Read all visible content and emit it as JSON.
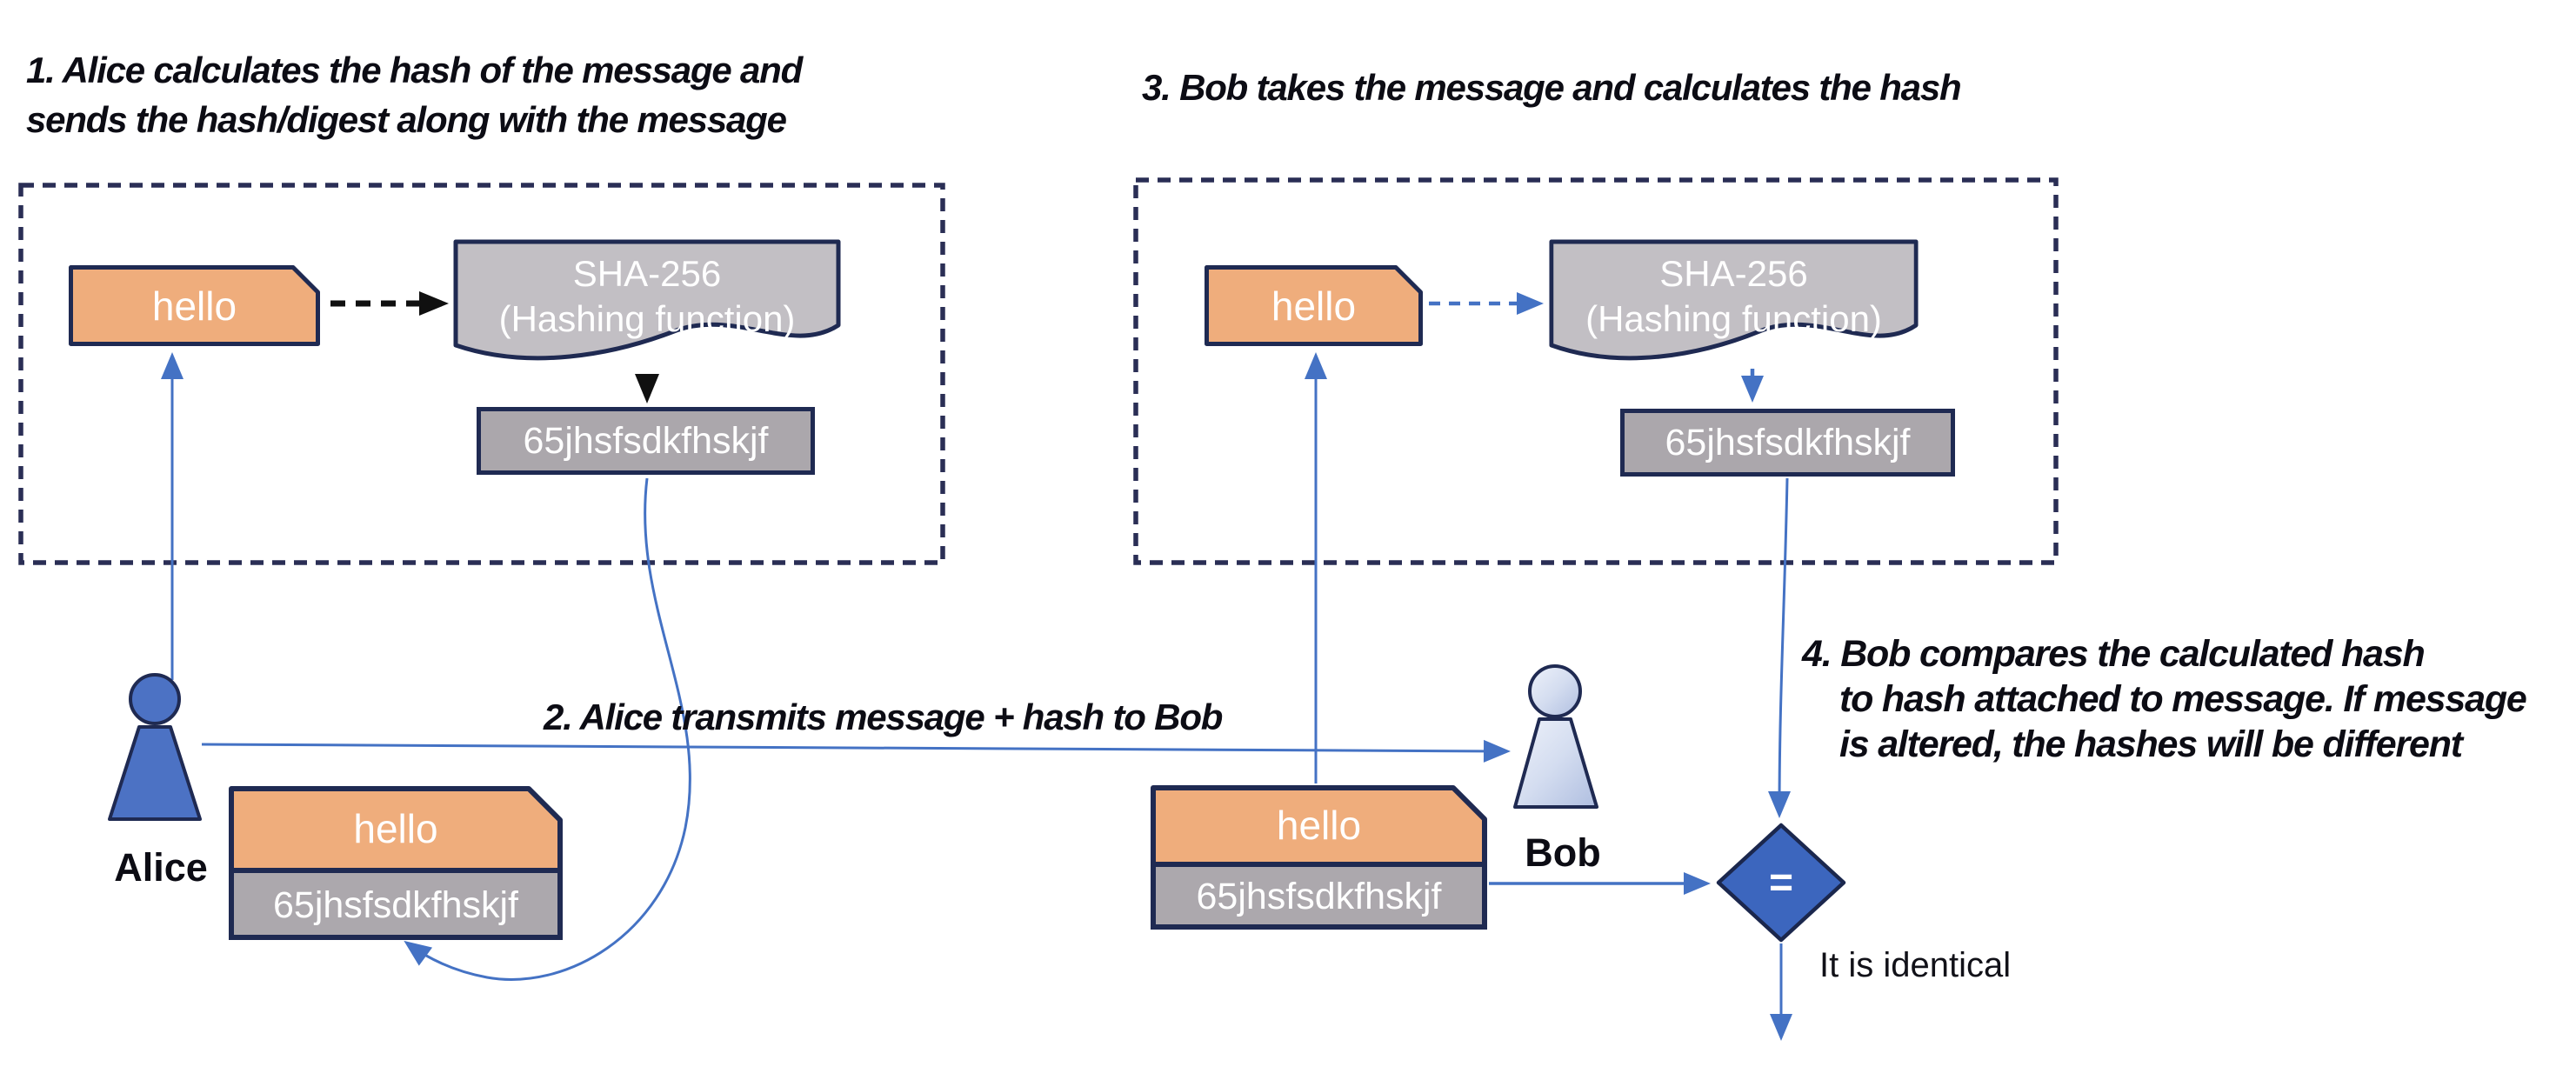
{
  "title": "Hash based message integrity diagram (Alice and Bob)",
  "annotations": {
    "step1": "1. Alice calculates the hash of the message and\nsends the hash/digest along with the message",
    "step2": "2. Alice transmits message + hash to Bob",
    "step3": "3. Bob takes the message and calculates the hash",
    "step4": "4. Bob compares the calculated hash\n    to hash attached to message. If message\n    is altered, the hashes will be different",
    "result": "It is identical"
  },
  "actors": {
    "alice": {
      "label": "Alice"
    },
    "bob": {
      "label": "Bob"
    }
  },
  "alice_panel": {
    "message": "hello",
    "hash_function": "SHA-256\n(Hashing function)",
    "digest": "65jhsfsdkfhskjf"
  },
  "bob_panel": {
    "message": "hello",
    "hash_function": "SHA-256\n(Hashing function)",
    "digest": "65jhsfsdkfhskjf"
  },
  "alice_package": {
    "message": "hello",
    "digest": "65jhsfsdkfhskjf"
  },
  "bob_package": {
    "message": "hello",
    "digest": "65jhsfsdkfhskjf"
  },
  "comparison": {
    "operator": "="
  },
  "icons": {
    "alice_figure": "person-pawn-icon",
    "bob_figure": "person-pawn-icon",
    "hash_function_shape": "document-wave-shape",
    "message_shape": "note-card-shape",
    "comparison_shape": "decision-diamond-shape"
  },
  "colors": {
    "background": "#FFFFFF",
    "heading_text": "#0C0C14",
    "dashed_border": "#2A2E55",
    "box_border": "#1F2A52",
    "message_orange": "#EFAD7C",
    "function_gray": "#C2BFC4",
    "digest_gray": "#ABA7AC",
    "arrow_blue": "#4472C4",
    "arrow_black": "#101010",
    "alice_blue": "#4C72C4",
    "bob_light": "#E6EBF7",
    "bob_shade": "#AFBEE0",
    "diamond_blue": "#3C66BE",
    "box_text": "#FFFFFF"
  }
}
